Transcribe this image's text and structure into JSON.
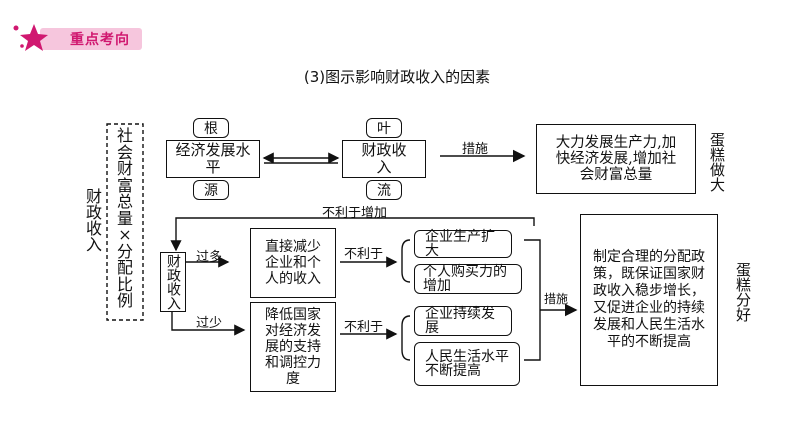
{
  "badge": {
    "label": "重点考向"
  },
  "title": "(3)图示影响财政收入的因素",
  "left_factor": {
    "lines": [
      "社",
      "会",
      "财",
      "富",
      "总",
      "量",
      "×",
      "分",
      "配",
      "比",
      "例"
    ]
  },
  "left_group_label": "财政收入",
  "top_row": {
    "root_tag": "根",
    "source_tag": "源",
    "economy_box": "经济发展水平",
    "leaf_tag": "叶",
    "flow_tag": "流",
    "revenue_box": "财政收入",
    "measure_label": "措施",
    "result_box": "大力发展生产力,加快经济发展,增加社会财富总量",
    "side_label": "蛋糕做大"
  },
  "bottom": {
    "feedback_label": "不利于增加",
    "revenue_box": "财政收入",
    "too_much_label": "过多",
    "too_little_label": "过少",
    "too_much_box": "直接减少企业和个人的收入",
    "too_little_box": "降低国家对经济发展的支持和调控力度",
    "unfavorable_1": "不利于",
    "unfavorable_2": "不利于",
    "effects": [
      "企业生产扩大",
      "个人购买力的增加",
      "企业持续发展",
      "人民生活水平不断提高"
    ],
    "measure_label": "措施",
    "policy_box": "制定合理的分配政策，既保证国家财政收入稳步增长，又促进企业的持续发展和人民生活水平的不断提高",
    "side_label": "蛋糕分好"
  }
}
